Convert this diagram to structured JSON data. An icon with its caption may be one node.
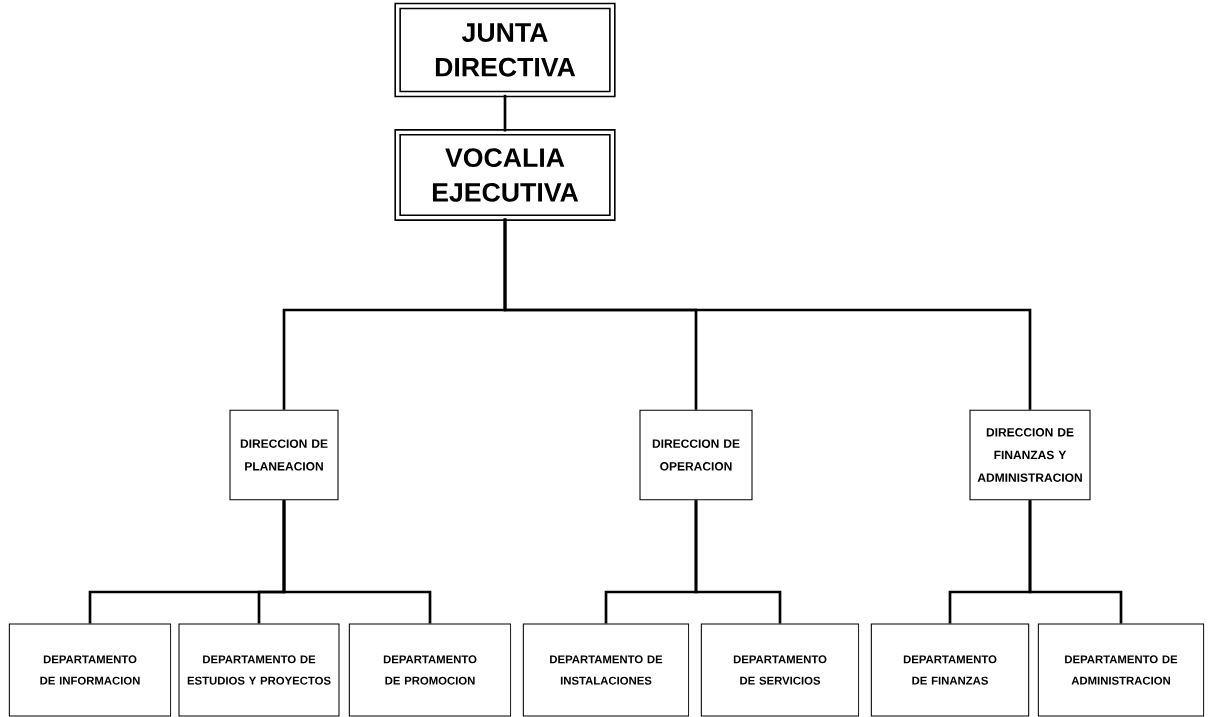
{
  "diagram": {
    "nodes": [
      {
        "text": [
          "JUNTA DIRECTIVA"
        ]
      },
      {
        "text": [
          "VOCALIA EJECUTIVA"
        ]
      },
      {
        "text": [
          "DIRECCION DE PLANEACION"
        ]
      },
      {
        "text": [
          "DIRECCION DE OPERACION"
        ]
      },
      {
        "text": [
          "DIRECCION DE FINANZAS Y ADMINISTRACION"
        ]
      },
      {
        "text": [
          "DEPARTAMENTO DE INFORMACION"
        ]
      },
      {
        "text": [
          "DEPARTAMENTO DE ESTUDIOS Y PROYECTOS"
        ]
      },
      {
        "text": [
          "DEPARTAMENTO DE PROMOCION"
        ]
      },
      {
        "text": [
          "DEPARTAMENTO DE INSTALACIONES"
        ]
      },
      {
        "text": [
          "DEPARTAMENTO DE SERVICIOS"
        ]
      },
      {
        "text": [
          "DEPARTAMENTO DE FINANZAS"
        ]
      },
      {
        "text": [
          "DEPARTAMENTO DE ADMINISTRACION"
        ]
      }
    ],
    "edges": [
      {
        "from": 0,
        "to": 1,
        "arrow": "none"
      },
      {
        "from": 1,
        "to": 2,
        "arrow": "none"
      },
      {
        "from": 1,
        "to": 3,
        "arrow": "none"
      },
      {
        "from": 1,
        "to": 4,
        "arrow": "none"
      },
      {
        "from": 2,
        "to": 5,
        "arrow": "none"
      },
      {
        "from": 2,
        "to": 6,
        "arrow": "none"
      },
      {
        "from": 2,
        "to": 7,
        "arrow": "none"
      },
      {
        "from": 3,
        "to": 8,
        "arrow": "none"
      },
      {
        "from": 3,
        "to": 9,
        "arrow": "none"
      },
      {
        "from": 4,
        "to": 10,
        "arrow": "none"
      },
      {
        "from": 4,
        "to": 11,
        "arrow": "none"
      }
    ]
  }
}
